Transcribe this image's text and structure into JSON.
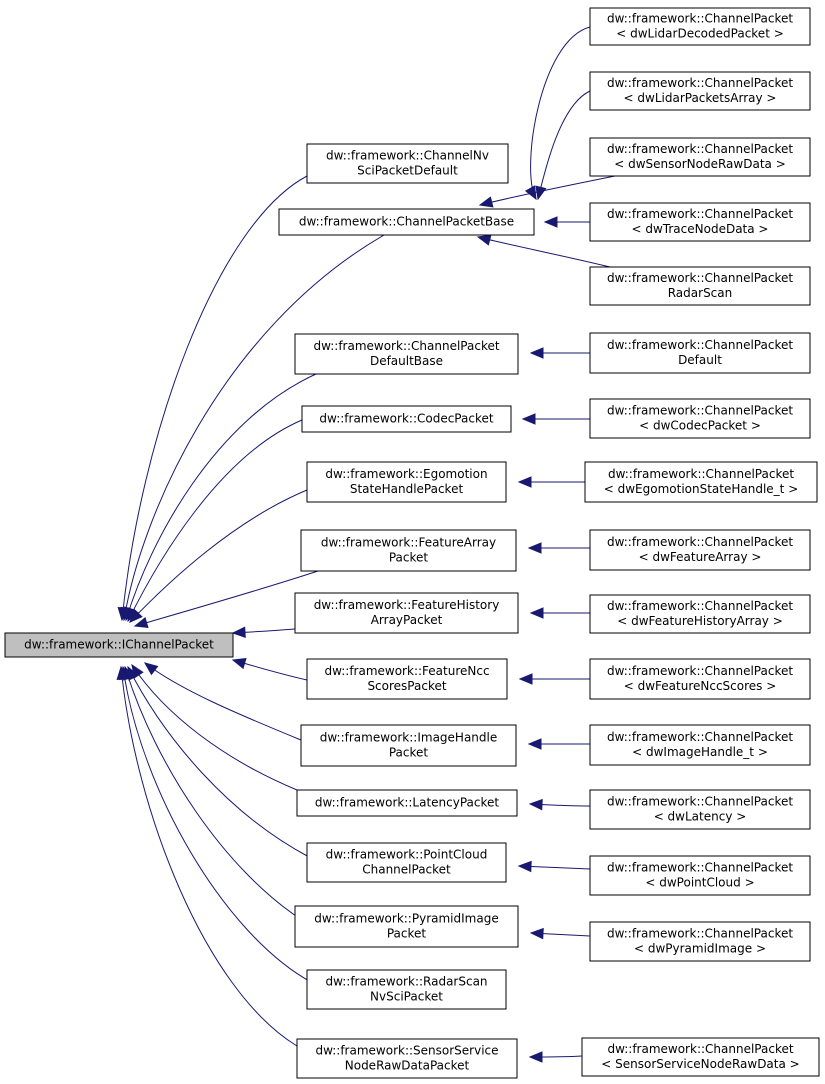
{
  "diagram": {
    "colors": {
      "edge": "#191970",
      "root_fill": "#bfbfbf",
      "node_fill": "#ffffff",
      "border": "#000000"
    },
    "nodes": [
      {
        "id": "root",
        "lines": [
          "dw::framework::IChannelPacket"
        ],
        "highlight": true
      },
      {
        "id": "nvsci",
        "lines": [
          "dw::framework::ChannelNv",
          "SciPacketDefault"
        ]
      },
      {
        "id": "base",
        "lines": [
          "dw::framework::ChannelPacketBase"
        ]
      },
      {
        "id": "lidardec",
        "lines": [
          "dw::framework::ChannelPacket",
          "< dwLidarDecodedPacket >"
        ]
      },
      {
        "id": "lidararr",
        "lines": [
          "dw::framework::ChannelPacket",
          "< dwLidarPacketsArray >"
        ]
      },
      {
        "id": "sensornode",
        "lines": [
          "dw::framework::ChannelPacket",
          "< dwSensorNodeRawData >"
        ]
      },
      {
        "id": "trace",
        "lines": [
          "dw::framework::ChannelPacket",
          "< dwTraceNodeData >"
        ]
      },
      {
        "id": "radarscan",
        "lines": [
          "dw::framework::ChannelPacket",
          "RadarScan"
        ]
      },
      {
        "id": "defbase",
        "lines": [
          "dw::framework::ChannelPacket",
          "DefaultBase"
        ]
      },
      {
        "id": "def",
        "lines": [
          "dw::framework::ChannelPacket",
          "Default"
        ]
      },
      {
        "id": "codec",
        "lines": [
          "dw::framework::CodecPacket"
        ]
      },
      {
        "id": "codecT",
        "lines": [
          "dw::framework::ChannelPacket",
          "< dwCodecPacket >"
        ]
      },
      {
        "id": "ego",
        "lines": [
          "dw::framework::Egomotion",
          "StateHandlePacket"
        ]
      },
      {
        "id": "egoT",
        "lines": [
          "dw::framework::ChannelPacket",
          "< dwEgomotionStateHandle_t >"
        ]
      },
      {
        "id": "feat",
        "lines": [
          "dw::framework::FeatureArray",
          "Packet"
        ]
      },
      {
        "id": "featT",
        "lines": [
          "dw::framework::ChannelPacket",
          "< dwFeatureArray >"
        ]
      },
      {
        "id": "feathist",
        "lines": [
          "dw::framework::FeatureHistory",
          "ArrayPacket"
        ]
      },
      {
        "id": "feathistT",
        "lines": [
          "dw::framework::ChannelPacket",
          "< dwFeatureHistoryArray >"
        ]
      },
      {
        "id": "featncc",
        "lines": [
          "dw::framework::FeatureNcc",
          "ScoresPacket"
        ]
      },
      {
        "id": "featnccT",
        "lines": [
          "dw::framework::ChannelPacket",
          "< dwFeatureNccScores >"
        ]
      },
      {
        "id": "img",
        "lines": [
          "dw::framework::ImageHandle",
          "Packet"
        ]
      },
      {
        "id": "imgT",
        "lines": [
          "dw::framework::ChannelPacket",
          "< dwImageHandle_t >"
        ]
      },
      {
        "id": "lat",
        "lines": [
          "dw::framework::LatencyPacket"
        ]
      },
      {
        "id": "latT",
        "lines": [
          "dw::framework::ChannelPacket",
          "< dwLatency >"
        ]
      },
      {
        "id": "pc",
        "lines": [
          "dw::framework::PointCloud",
          "ChannelPacket"
        ]
      },
      {
        "id": "pcT",
        "lines": [
          "dw::framework::ChannelPacket",
          "< dwPointCloud >"
        ]
      },
      {
        "id": "pyr",
        "lines": [
          "dw::framework::PyramidImage",
          "Packet"
        ]
      },
      {
        "id": "pyrT",
        "lines": [
          "dw::framework::ChannelPacket",
          "< dwPyramidImage >"
        ]
      },
      {
        "id": "radarnv",
        "lines": [
          "dw::framework::RadarScan",
          "NvSciPacket"
        ]
      },
      {
        "id": "ss",
        "lines": [
          "dw::framework::SensorService",
          "NodeRawDataPacket"
        ]
      },
      {
        "id": "ssT",
        "lines": [
          "dw::framework::ChannelPacket",
          "< SensorServiceNodeRawData >"
        ]
      }
    ],
    "edges": [
      {
        "from": "nvsci",
        "to": "root"
      },
      {
        "from": "base",
        "to": "root"
      },
      {
        "from": "defbase",
        "to": "root"
      },
      {
        "from": "codec",
        "to": "root"
      },
      {
        "from": "ego",
        "to": "root"
      },
      {
        "from": "feat",
        "to": "root"
      },
      {
        "from": "feathist",
        "to": "root"
      },
      {
        "from": "featncc",
        "to": "root"
      },
      {
        "from": "img",
        "to": "root"
      },
      {
        "from": "lat",
        "to": "root"
      },
      {
        "from": "pc",
        "to": "root"
      },
      {
        "from": "pyr",
        "to": "root"
      },
      {
        "from": "radarnv",
        "to": "root"
      },
      {
        "from": "ss",
        "to": "root"
      },
      {
        "from": "lidardec",
        "to": "base"
      },
      {
        "from": "lidararr",
        "to": "base"
      },
      {
        "from": "sensornode",
        "to": "base"
      },
      {
        "from": "trace",
        "to": "base"
      },
      {
        "from": "radarscan",
        "to": "base"
      },
      {
        "from": "def",
        "to": "defbase"
      },
      {
        "from": "codecT",
        "to": "codec"
      },
      {
        "from": "egoT",
        "to": "ego"
      },
      {
        "from": "featT",
        "to": "feat"
      },
      {
        "from": "feathistT",
        "to": "feathist"
      },
      {
        "from": "featnccT",
        "to": "featncc"
      },
      {
        "from": "imgT",
        "to": "img"
      },
      {
        "from": "latT",
        "to": "lat"
      },
      {
        "from": "pcT",
        "to": "pc"
      },
      {
        "from": "pyrT",
        "to": "pyr"
      },
      {
        "from": "ssT",
        "to": "ss"
      }
    ]
  }
}
